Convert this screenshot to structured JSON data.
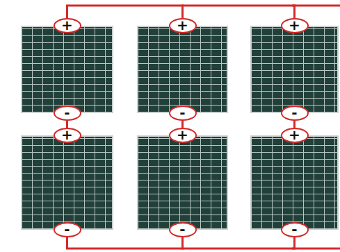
{
  "diagram": {
    "nodes": [
      {
        "text": [
          "+",
          "-"
        ]
      },
      {
        "text": [
          "+",
          "-"
        ]
      },
      {
        "text": [
          "+",
          "-"
        ]
      },
      {
        "text": [
          "+",
          "-"
        ]
      },
      {
        "text": [
          "+",
          "-"
        ]
      },
      {
        "text": [
          "+",
          "-"
        ]
      }
    ],
    "edges": [
      {
        "from": 0,
        "to": 3,
        "arrow": "none"
      },
      {
        "from": 1,
        "to": 4,
        "arrow": "none"
      },
      {
        "from": 2,
        "to": 5,
        "arrow": "none"
      },
      {
        "from": 0,
        "to": 1,
        "arrow": "none"
      },
      {
        "from": 1,
        "to": 2,
        "arrow": "none"
      },
      {
        "from": 3,
        "to": 4,
        "arrow": "none"
      },
      {
        "from": 4,
        "to": 5,
        "arrow": "none"
      }
    ]
  }
}
